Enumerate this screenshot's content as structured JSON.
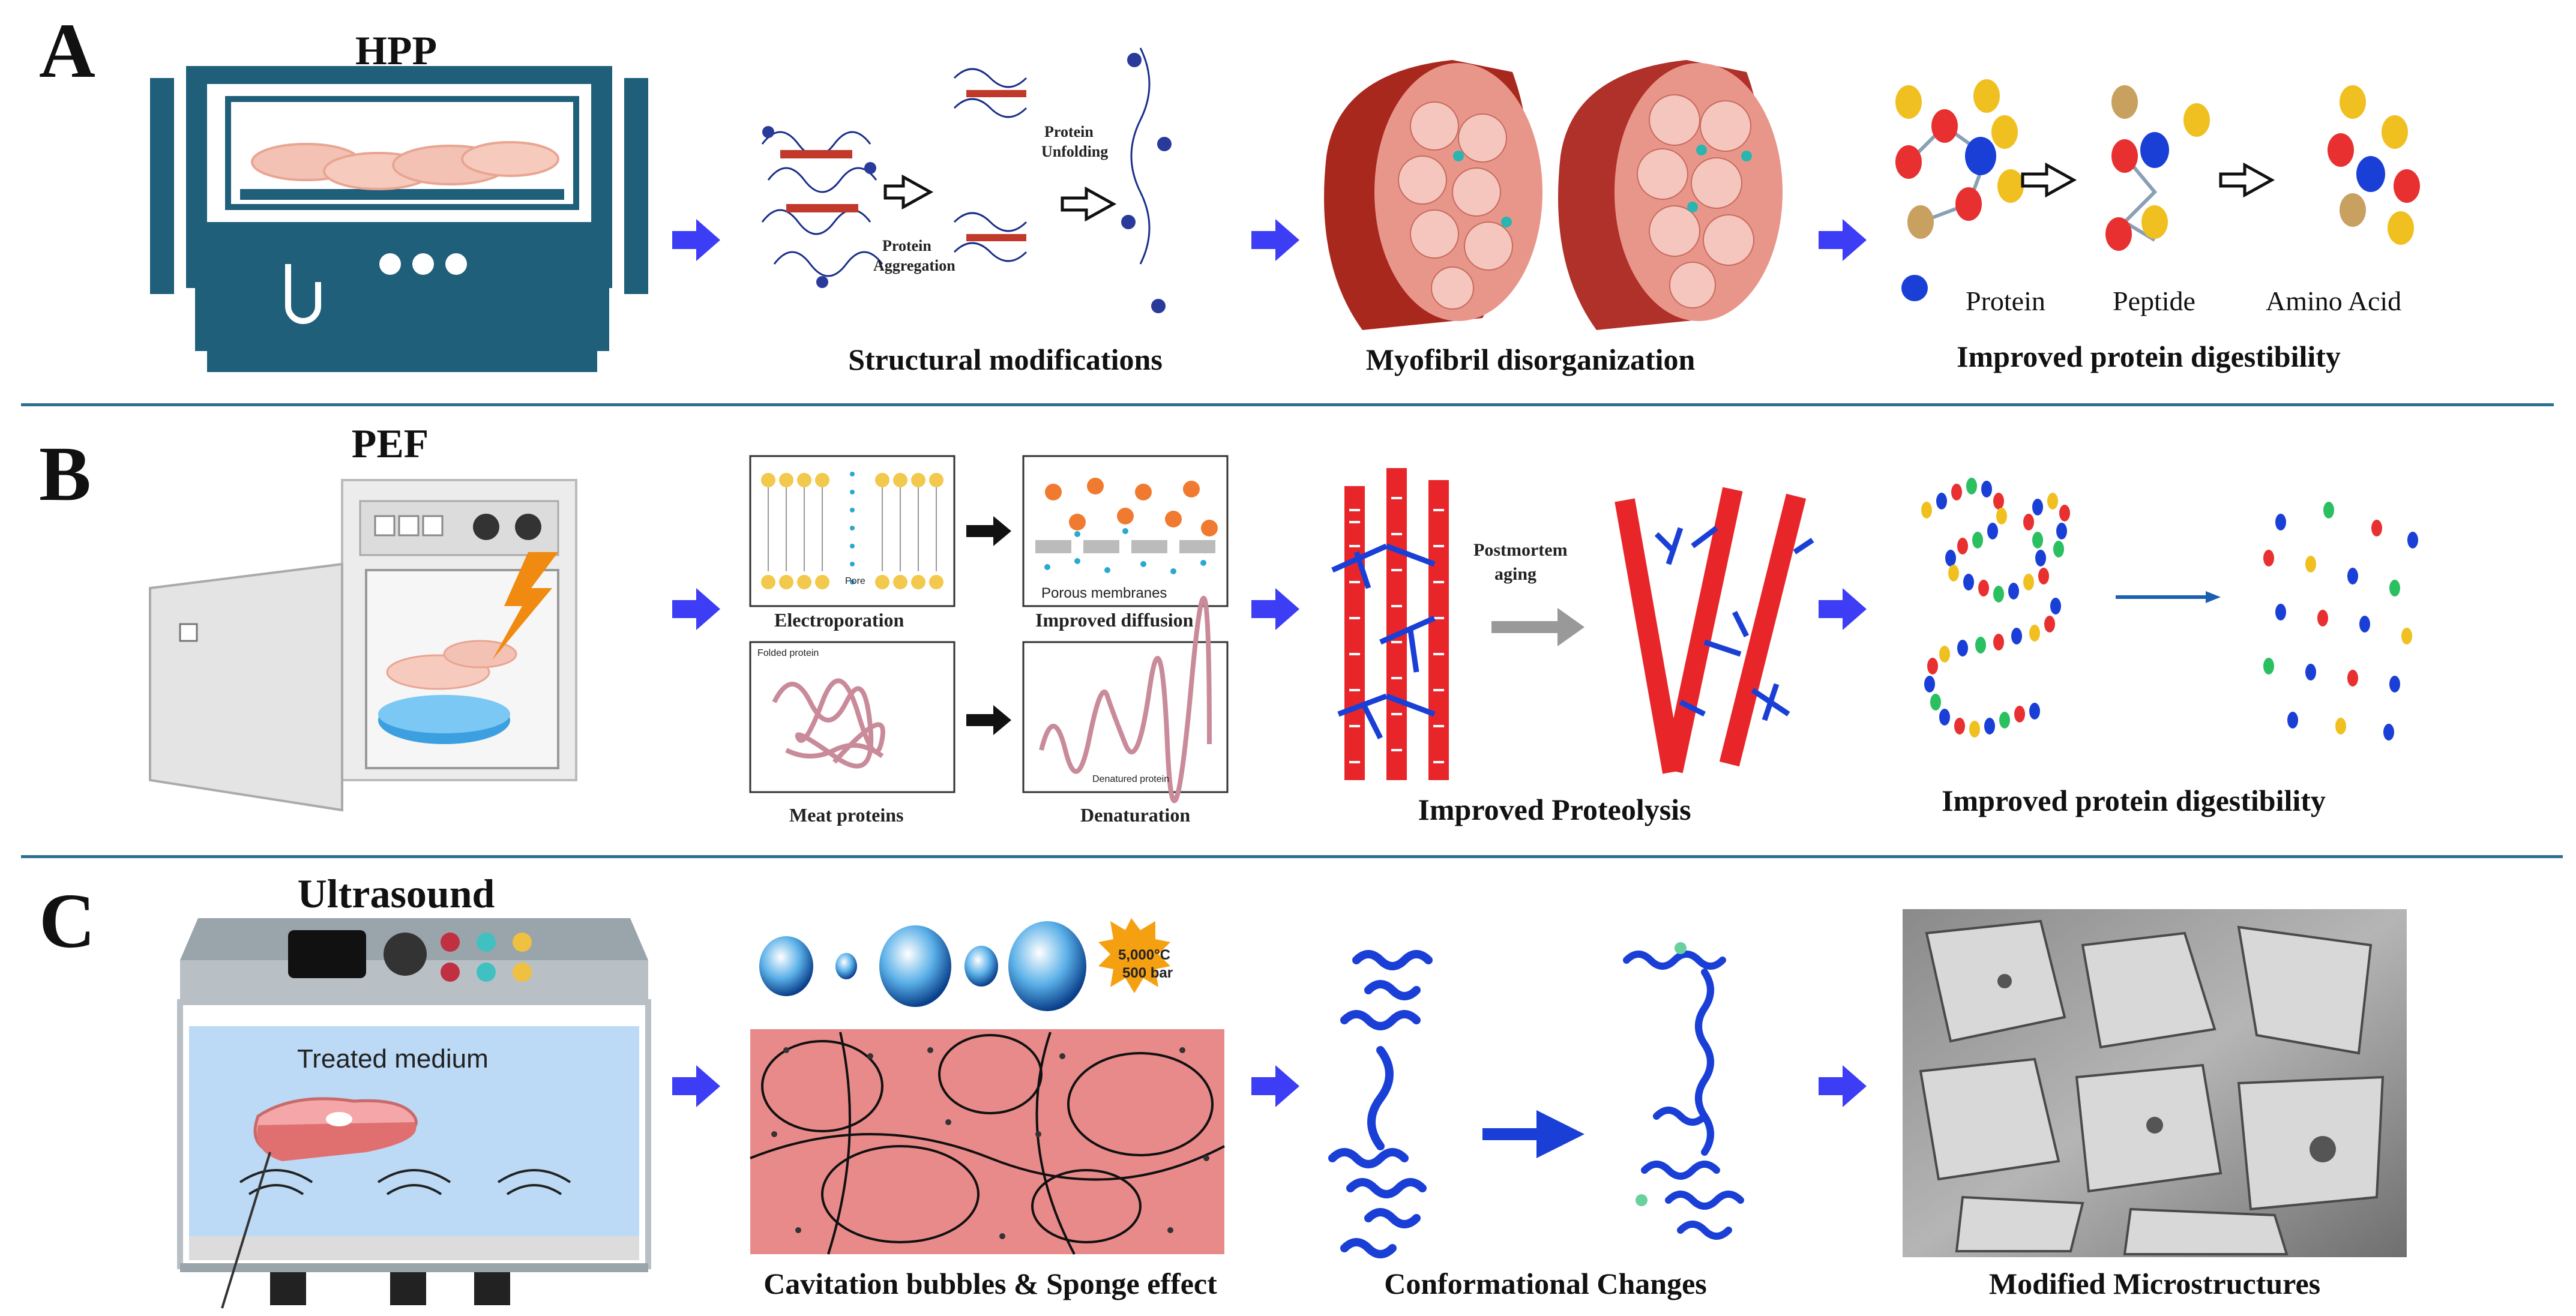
{
  "colors": {
    "separator": "#2f6f8f",
    "flow_arrow": "#3d3df5",
    "machine_teal": "#1f5f7a",
    "muscle_red": "#c0392b",
    "fiber_red": "#e8262a",
    "protein_blue": "#1a3fd6"
  },
  "panel_a": {
    "letter": "A",
    "machine_label": "HPP",
    "caption_1": "Structural modifications",
    "caption_2": "Myofibril disorganization",
    "caption_3": "Improved protein digestibility",
    "unfolding_label_1": "Protein",
    "unfolding_label_2": "Unfolding",
    "aggregation_label_1": "Protein",
    "aggregation_label_2": "Aggregation",
    "legend_protein": "Protein",
    "legend_peptide": "Peptide",
    "legend_amino": "Amino Acid"
  },
  "panel_b": {
    "letter": "B",
    "machine_label": "PEF",
    "electroporation": "Electroporation",
    "improved_diffusion": "Improved diffusion",
    "porous": "Porous membranes",
    "meat_proteins": "Meat proteins",
    "denaturation": "Denaturation",
    "folded": "Folded protein",
    "denatured_inner": "Denatured protein",
    "pore": "Pore",
    "postmortem_1": "Postmortem",
    "postmortem_2": "aging",
    "caption_proteolysis": "Improved Proteolysis",
    "caption_digest": "Improved protein digestibility"
  },
  "panel_c": {
    "letter": "C",
    "machine_label": "Ultrasound",
    "treated_medium": "Treated medium",
    "burst_1": "5,000°C",
    "burst_2": "500 bar",
    "caption_1": "Cavitation  bubbles & Sponge effect",
    "caption_2": "Conformational  Changes",
    "caption_3": "Modified Microstructures"
  }
}
